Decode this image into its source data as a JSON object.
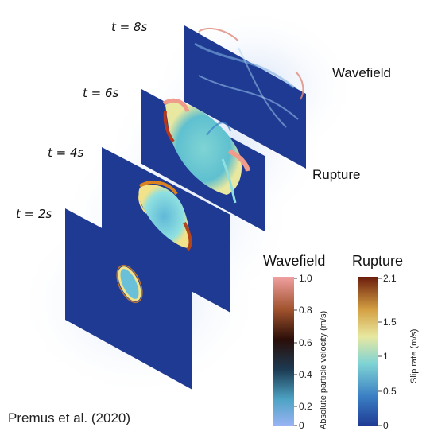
{
  "time_labels": [
    "t = 8s",
    "t = 6s",
    "t = 4s",
    "t = 2s"
  ],
  "side_labels": {
    "wavefield": "Wavefield",
    "rupture": "Rupture"
  },
  "colorbars": {
    "wavefield": {
      "title": "Wavefield",
      "axis_title": "Absolute particle velocity (m/s)",
      "ticks": [
        "1.0",
        "0.8",
        "0.6",
        "0.4",
        "0.2",
        "0"
      ],
      "colors": [
        "#f0a0a0",
        "#a0522d",
        "#2a0e08",
        "#1c3a52",
        "#4da3c4",
        "#9bb3f5"
      ]
    },
    "rupture": {
      "title": "Rupture",
      "axis_title": "Slip rate (m/s)",
      "ticks": [
        "2.1",
        "1.5",
        "1",
        "0.5",
        "0"
      ],
      "colors": [
        "#6b1d0c",
        "#d4a043",
        "#e8e8a0",
        "#7fd4d4",
        "#3a7fc4",
        "#1f3a93"
      ]
    }
  },
  "credit": "Premus et al. (2020)",
  "plane_color": "#1f3a93"
}
